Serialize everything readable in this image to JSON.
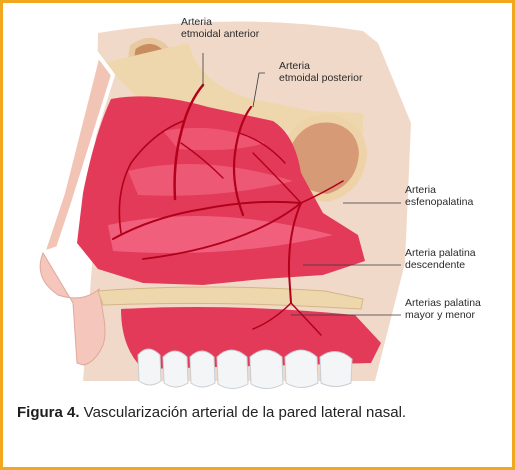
{
  "figure": {
    "labels": {
      "etmoidal_anterior": [
        "Arteria",
        "etmoidal anterior"
      ],
      "etmoidal_posterior": [
        "Arteria",
        "etmoidal posterior"
      ],
      "esfenopalatina": [
        "Arteria",
        "esfenopalatina"
      ],
      "palatina_descendente": [
        "Arteria palatina",
        "descendente"
      ],
      "palatina_mayor_menor": [
        "Arterias palatina",
        "mayor y menor"
      ]
    }
  },
  "caption": {
    "title": "Figura 4.",
    "text": " Vascularización arterial de la pared lateral nasal."
  },
  "colors": {
    "border": "#f2a81e",
    "mucosa": "#e23a58",
    "bone": "#efd7ad",
    "artery": "#b3001b",
    "skin": "#f4c6bc"
  }
}
